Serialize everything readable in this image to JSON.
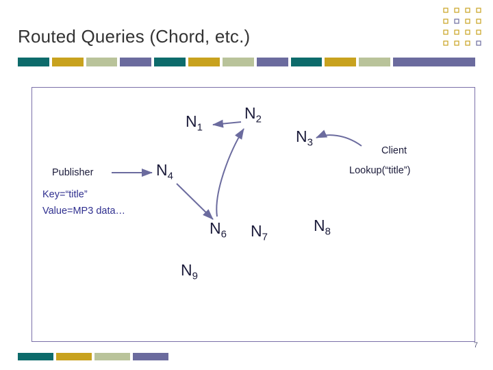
{
  "slide": {
    "title": "Routed Queries (Chord, etc.)",
    "page_number": "7"
  },
  "colors": {
    "teal": "#0d6b6b",
    "gold": "#c8a21e",
    "sage": "#b9c39a",
    "purple": "#6b6b9e",
    "border": "#7a6fa8",
    "arrow": "#6b6b9e",
    "text_dark": "#1b1b3a",
    "text_blue": "#2f2f8f",
    "logo_dot": "#c8a21e",
    "logo_dot2": "#6b6b9e"
  },
  "color_bar": {
    "segments": [
      "teal",
      "gold",
      "sage",
      "purple",
      "teal",
      "gold",
      "sage",
      "purple",
      "teal",
      "gold",
      "sage",
      "purple"
    ]
  },
  "bottom_bar": {
    "segments": [
      "teal",
      "gold",
      "sage",
      "purple"
    ]
  },
  "diagram": {
    "nodes": [
      {
        "name": "N1",
        "base": "N",
        "sub": "1"
      },
      {
        "name": "N2",
        "base": "N",
        "sub": "2"
      },
      {
        "name": "N3",
        "base": "N",
        "sub": "3"
      },
      {
        "name": "N4",
        "base": "N",
        "sub": "4"
      },
      {
        "name": "N6",
        "base": "N",
        "sub": "6"
      },
      {
        "name": "N7",
        "base": "N",
        "sub": "7"
      },
      {
        "name": "N8",
        "base": "N",
        "sub": "8"
      },
      {
        "name": "N9",
        "base": "N",
        "sub": "9"
      }
    ],
    "labels": {
      "publisher": "Publisher",
      "key": "Key=“title”",
      "value": "Value=MP3 data…",
      "client": "Client",
      "lookup": "Lookup(“title”)"
    }
  }
}
